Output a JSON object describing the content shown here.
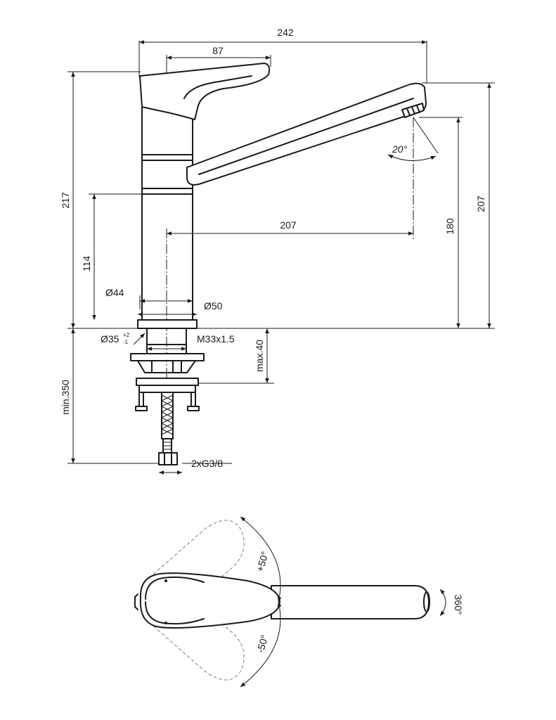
{
  "drawing": {
    "dimensions": {
      "overall_length": "242",
      "lever_length": "87",
      "total_height": "217",
      "spout_outlet_height": "207",
      "spout_reach": "207",
      "spout_clearance": "180",
      "spout_joint_height": "114",
      "body_diameter": "Ø44",
      "base_diameter": "Ø50",
      "hole_diameter": "Ø35",
      "hole_tolerance_upper": "+2",
      "hole_tolerance_lower": "-1",
      "thread": "M33x1.5",
      "max_deck_thickness": "max.40",
      "min_hose_length": "min.350",
      "connection": "2xG3/8"
    },
    "angles": {
      "spout_tilt": "20°",
      "lever_right": "+50°",
      "lever_left": "-50°",
      "spout_swivel": "360°"
    }
  }
}
